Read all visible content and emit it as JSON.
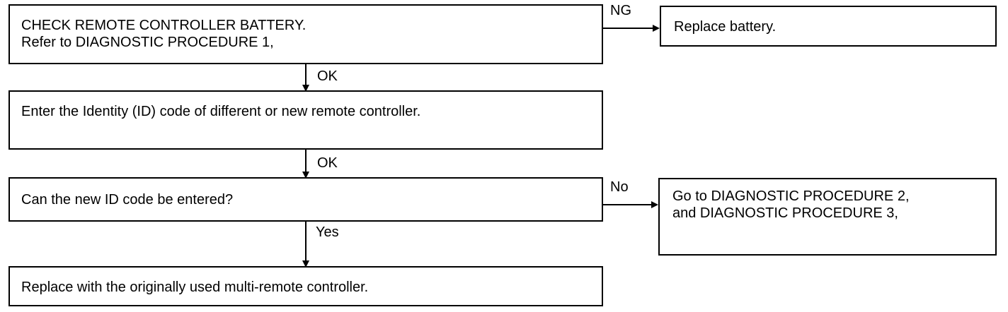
{
  "steps": {
    "check_battery": {
      "line1": "CHECK REMOTE CONTROLLER BATTERY.",
      "line2": "Refer to DIAGNOSTIC PROCEDURE 1,"
    },
    "replace_battery": "Replace battery.",
    "enter_id": "Enter the Identity (ID) code of different or new remote controller.",
    "can_enter": "Can the new ID code be entered?",
    "goto_procedures": {
      "line1": "Go to DIAGNOSTIC PROCEDURE 2,",
      "line2": "and DIAGNOSTIC PROCEDURE 3,"
    },
    "replace_controller": "Replace with the originally used multi-remote controller."
  },
  "labels": {
    "ng": "NG",
    "ok_1": "OK",
    "ok_2": "OK",
    "no": "No",
    "yes": "Yes"
  }
}
